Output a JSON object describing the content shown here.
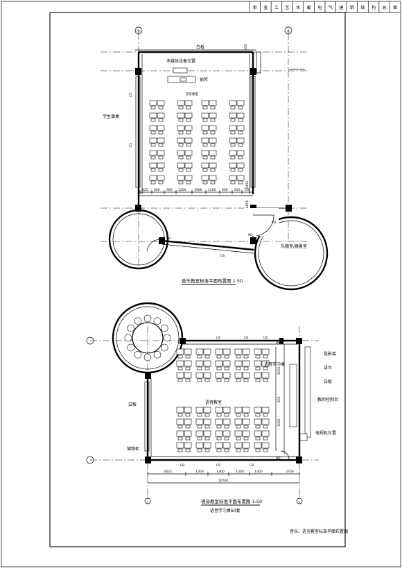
{
  "title_block": {
    "cells": [
      "审",
      "查",
      "工",
      "艺",
      "水",
      "暖",
      "电",
      "气",
      "建",
      "筑",
      "结",
      "构",
      "总",
      "图"
    ]
  },
  "axes": {
    "axis_1": "①",
    "axis_2": "②"
  },
  "music_room": {
    "whiteboard": "白板",
    "multimedia": "多媒体设备位置",
    "piano": "钢琴",
    "room_name": "音乐教室",
    "student_desks": "学生课桌",
    "instrument_room": "乐器室/器备室",
    "title": "音乐教室标准平面布置图",
    "scale": "1:50",
    "dims_bottom": [
      "825",
      "600",
      "900",
      "1200",
      "1900",
      "1200",
      "900",
      "650",
      "755"
    ],
    "dims_left": [
      "C5",
      "C5"
    ],
    "dims_right": [
      "2450",
      "4850"
    ],
    "dims_top": [
      "250"
    ],
    "door_labels": [
      "M3",
      "M3"
    ],
    "window_labels": [
      "C8",
      "C8"
    ]
  },
  "language_room": {
    "projection_screen": "投影幕",
    "lectern": "讲台",
    "whiteboard": "白板",
    "control_desk": "教师控制台",
    "tv_position": "电视机位置",
    "lang_desk": "语音学习桌",
    "room_name": "语音教室",
    "whiteboard_left": "白板",
    "storage": "储物柜",
    "title": "语音教室标准平面布置图",
    "scale": "1:50",
    "subtitle": "语音学习桌60套",
    "dims_bottom": [
      "2825",
      "1300",
      "1300",
      "1300",
      "1300",
      "2700"
    ],
    "dim_total": "10700",
    "dims_right": [
      "2000",
      "600",
      "3000"
    ],
    "window_labels_top": [
      "C8",
      "C8",
      "C8"
    ],
    "window_labels_bottom": [
      "C8",
      "C8",
      "C8"
    ],
    "door_labels": [
      "M2",
      "M2"
    ]
  },
  "footer": {
    "caption": "音乐、语言教室标准平面布置图"
  }
}
